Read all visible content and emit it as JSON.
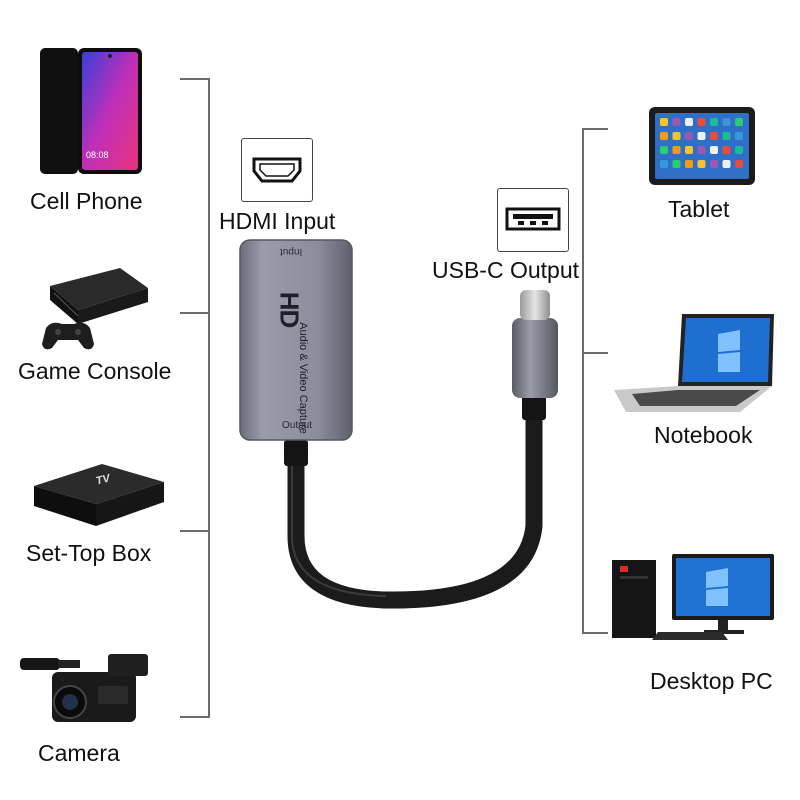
{
  "left_devices": [
    {
      "id": "cell-phone",
      "label": "Cell Phone",
      "screen_time": "08:08"
    },
    {
      "id": "game-console",
      "label": "Game Console"
    },
    {
      "id": "set-top-box",
      "label": "Set-Top Box",
      "brand_mark": "TV"
    },
    {
      "id": "camera",
      "label": "Camera"
    }
  ],
  "right_devices": [
    {
      "id": "tablet",
      "label": "Tablet"
    },
    {
      "id": "notebook",
      "label": "Notebook"
    },
    {
      "id": "desktop-pc",
      "label": "Desktop PC"
    }
  ],
  "ports": {
    "hdmi": {
      "label": "HDMI Input",
      "icon": "hdmi-port-icon"
    },
    "usbc": {
      "label": "USB-C Output",
      "icon": "usb-port-icon"
    }
  },
  "adapter": {
    "logo": "HD",
    "caption": "Audio & Video Capture",
    "top_text": "Input",
    "bottom_text": "Output"
  },
  "colors": {
    "bracket": "#6b6b6b",
    "adapter_body": "#8a8b99",
    "cable": "#1b1b1b",
    "text": "#111111"
  }
}
